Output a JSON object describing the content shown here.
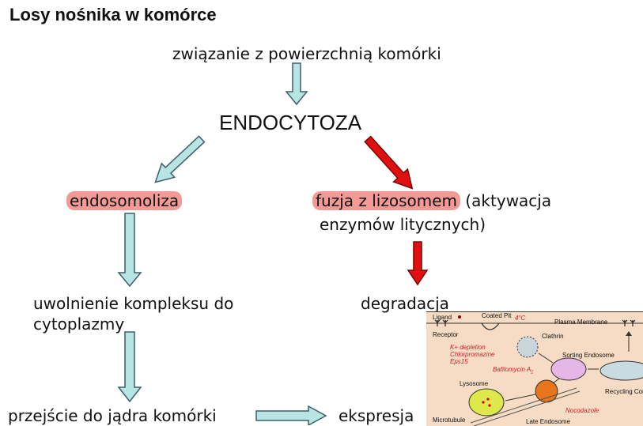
{
  "title": "Losy nośnika w komórce",
  "nodes": {
    "binding": "związanie z powierzchnią komórki",
    "endocytosis": "ENDOCYTOZA",
    "endosomolysis": "endosomoliza",
    "lysosome_fusion_hl": "fuzja z lizosomem",
    "lysosome_fusion_rest": "(aktywacja",
    "lysosome_fusion_line2": "enzymów litycznych)",
    "release_line1": "uwolnienie kompleksu do",
    "release_line2": "cytoplazmy",
    "degradation": "degradacja",
    "nucleus": "przejście do jądra komórki",
    "expression": "ekspresja"
  },
  "inset": {
    "ligand": "Ligand",
    "coated_pit": "Coated Pit",
    "temp": "4°C",
    "plasma_membrane": "Plasma Membrane",
    "receptor": "Receptor",
    "clathrin": "Clathrin",
    "k_depletion": "K+ depletion",
    "chlorpromazine": "Chlorpromazine",
    "eps15": "Eps15",
    "sorting_endosome": "Sorting Endosome",
    "bafilomycin": "Bafilomycin A",
    "bafilomycin_sub": "1",
    "lysosome": "Lysosome",
    "recycling": "Recycling Com",
    "nocodazole": "Nocodazole",
    "microtubule": "Microtubule",
    "late_endosome": "Late Endosome"
  },
  "colors": {
    "highlight": "#f39a97",
    "flow_arrow_fill": "#b9e4e4",
    "flow_arrow_stroke": "#3a5f6a",
    "degradation_arrow": "#e01010",
    "inset_bg": "#f6dcc4"
  }
}
